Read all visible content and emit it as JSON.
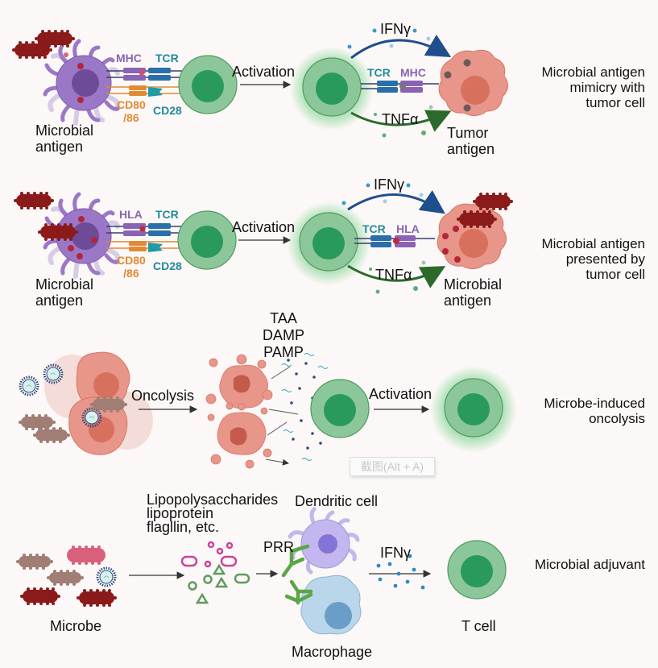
{
  "colors": {
    "background": "#fcf8f7",
    "tcell_outer": "#8cc79a",
    "tcell_inner": "#2a9a5a",
    "dendritic": "#9b78c7",
    "tumor": "#e8958a",
    "bacteria_red": "#8b1a1a",
    "bacteria_brown": "#a07e74",
    "mhc": "#8a63b5",
    "tcr": "#1f8a9c",
    "cd80": "#e08a34",
    "ifn_arrow": "#1e4f8c",
    "tnf_arrow": "#2c6a2c",
    "prr": "#5aa646",
    "macrophage": "#b9d6ea"
  },
  "panels": [
    {
      "id": "mimicry",
      "left_cell_label": "Microbial\nantigen",
      "molecules": {
        "mhc": "MHC",
        "tcr": "TCR",
        "cd80": "CD80\n/86",
        "cd28": "CD28"
      },
      "arrow_label": "Activation",
      "cytokine_top": "IFNγ",
      "cytokine_bottom": "TNFα",
      "right_tcr": "TCR",
      "right_mhc": "MHC",
      "target_label": "Tumor\nantigen",
      "side_label": "Microbial antigen\nmimicry with\ntumor cell"
    },
    {
      "id": "presented",
      "left_cell_label": "Microbial\nantigen",
      "molecules": {
        "mhc": "HLA",
        "tcr": "TCR",
        "cd80": "CD80\n/86",
        "cd28": "CD28"
      },
      "arrow_label": "Activation",
      "cytokine_top": "IFNγ",
      "cytokine_bottom": "TNFα",
      "right_tcr": "TCR",
      "right_mhc": "HLA",
      "target_label": "Microbial\nantigen",
      "side_label": "Microbial antigen\npresented by\ntumor cell"
    },
    {
      "id": "oncolysis",
      "arrow1_label": "Oncolysis",
      "release_labels": "TAA\nDAMP\nPAMP",
      "arrow2_label": "Activation",
      "side_label": "Microbe-induced\noncolysis"
    },
    {
      "id": "adjuvant",
      "microbe_label": "Microbe",
      "pamp_label": "Lipopolysaccharides\nlipoprotein\nflagllin, etc.",
      "prr_label": "PRR",
      "dc_label": "Dendritic cell",
      "macrophage_label": "Macrophage",
      "cytokine_label": "IFNγ",
      "tcell_label": "T cell",
      "side_label": "Microbial adjuvant"
    }
  ],
  "overlay": {
    "screenshot_tip": "截图(Alt + A)"
  }
}
